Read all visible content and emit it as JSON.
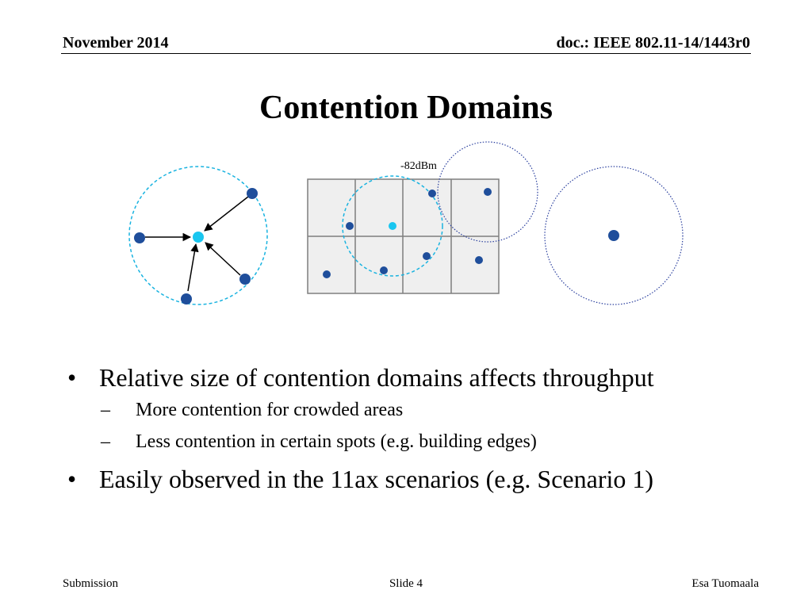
{
  "header": {
    "date": "November 2014",
    "doc": "doc.: IEEE 802.11-14/1443r0"
  },
  "slide": {
    "title": "Contention Domains"
  },
  "diagram": {
    "threshold_label": "-82dBm"
  },
  "bullets": {
    "b1": "Relative size of contention domains affects throughput",
    "b1_sub1": "More contention for crowded areas",
    "b1_sub2": "Less contention in certain spots (e.g. building edges)",
    "b2": "Easily observed in the 11ax scenarios (e.g. Scenario 1)",
    "bullet_glyph": "•",
    "dash_glyph": "–"
  },
  "footer": {
    "left": "Submission",
    "center": "Slide 4",
    "right": "Esa Tuomaala"
  },
  "colors": {
    "station": "#1f4e9b",
    "ap": "#19c6f0",
    "range_circle": "#19b3e0",
    "dotted_circle": "#2a3f9e",
    "grid_fill": "#efefef",
    "grid_line": "#7f7f7f"
  }
}
